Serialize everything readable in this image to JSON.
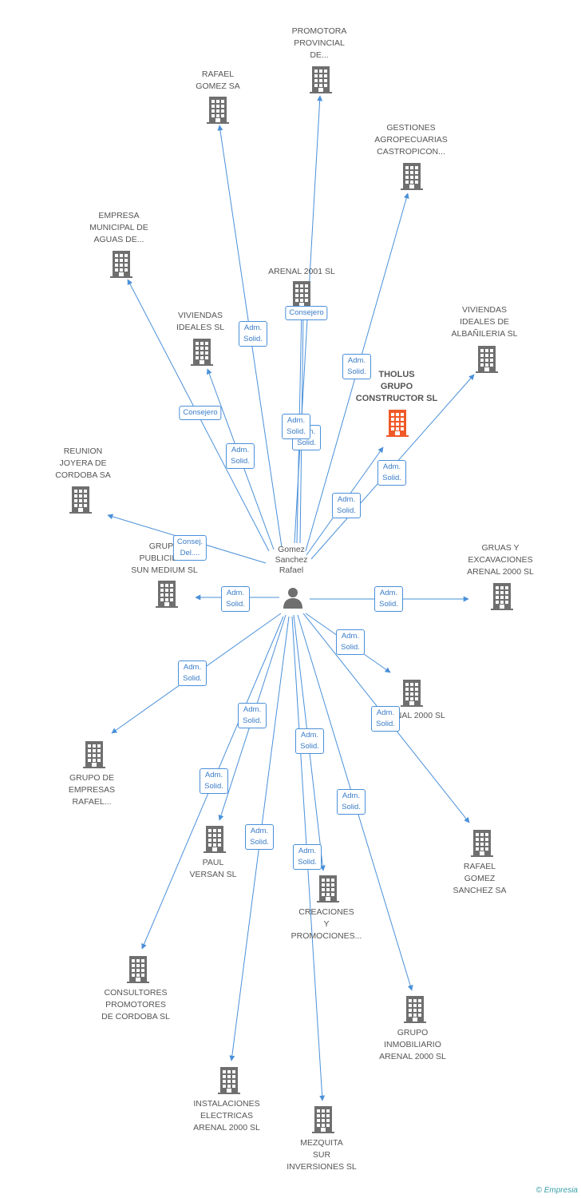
{
  "colors": {
    "edge": "#4a90d9",
    "company": "#6f6f6f",
    "focus": "#f05a28",
    "badge_text": "#3a7cc7"
  },
  "center": {
    "label": "Gomez\nSanchez\nRafael",
    "icon": "person-icon"
  },
  "nodes": [
    {
      "id": "promotora",
      "label": "PROMOTORA\nPROVINCIAL\nDE..."
    },
    {
      "id": "rafael-gomez-sa",
      "label": "RAFAEL\nGOMEZ SA"
    },
    {
      "id": "gestiones",
      "label": "GESTIONES\nAGROPECUARIAS\nCASTROPICON..."
    },
    {
      "id": "empresa-municipal",
      "label": "EMPRESA\nMUNICIPAL DE\nAGUAS DE..."
    },
    {
      "id": "arenal-2001",
      "label": "ARENAL 2001 SL"
    },
    {
      "id": "viviendas-ideales",
      "label": "VIVIENDAS\nIDEALES SL"
    },
    {
      "id": "viviendas-albanileria",
      "label": "VIVIENDAS\nIDEALES DE\nALBAÑILERIA SL"
    },
    {
      "id": "tholus",
      "label": "THOLUS\nGRUPO\nCONSTRUCTOR SL",
      "focus": true
    },
    {
      "id": "reunion-joyera",
      "label": "REUNION\nJOYERA DE\nCORDOBA SA"
    },
    {
      "id": "grupo-publicidad",
      "label": "GRUPO\nPUBLICIDAD\nSUN MEDIUM SL"
    },
    {
      "id": "gruas",
      "label": "GRUAS Y\nEXCAVACIONES\nARENAL 2000 SL"
    },
    {
      "id": "arenal-2000",
      "label": "ARENAL 2000 SL"
    },
    {
      "id": "grupo-empresas",
      "label": "GRUPO DE\nEMPRESAS\nRAFAEL..."
    },
    {
      "id": "rafael-gomez-sanchez",
      "label": "RAFAEL\nGOMEZ\nSANCHEZ SA"
    },
    {
      "id": "paul-versan",
      "label": "PAUL\nVERSAN SL"
    },
    {
      "id": "creaciones",
      "label": "CREACIONES\nY\nPROMOCIONES..."
    },
    {
      "id": "consultores",
      "label": "CONSULTORES\nPROMOTORES\nDE CORDOBA SL"
    },
    {
      "id": "grupo-inmobiliario",
      "label": "GRUPO\nINMOBILIARIO\nARENAL 2000 SL"
    },
    {
      "id": "instalaciones",
      "label": "INSTALACIONES\nELECTRICAS\nARENAL 2000 SL"
    },
    {
      "id": "mezquita",
      "label": "MEZQUITA\nSUR\nINVERSIONES SL"
    }
  ],
  "relations": [
    {
      "target": "promotora",
      "label": "Adm.\nSolid."
    },
    {
      "target": "rafael-gomez-sa",
      "label": "Adm.\nSolid."
    },
    {
      "target": "gestiones",
      "label": "Adm.\nSolid."
    },
    {
      "target": "empresa-municipal",
      "label": "Consejero"
    },
    {
      "target": "arenal-2001",
      "label": "Consejero"
    },
    {
      "target": "viviendas-ideales",
      "label": "Adm.\nSolid."
    },
    {
      "target": "viviendas-albanileria",
      "label": "Adm.\nSolid."
    },
    {
      "target": "tholus",
      "label": "Adm.\nSolid."
    },
    {
      "target": "reunion-joyera",
      "label": "Consej.\nDel...."
    },
    {
      "target": "grupo-publicidad",
      "label": "Adm.\nSolid."
    },
    {
      "target": "gruas",
      "label": "Adm.\nSolid."
    },
    {
      "target": "arenal-2000",
      "label": "Adm.\nSolid."
    },
    {
      "target": "grupo-empresas",
      "label": "Adm.\nSolid."
    },
    {
      "target": "rafael-gomez-sanchez",
      "label": "Adm.\nSolid."
    },
    {
      "target": "paul-versan",
      "label": "Adm.\nSolid."
    },
    {
      "target": "creaciones",
      "label": "Adm.\nSolid."
    },
    {
      "target": "consultores",
      "label": "Adm.\nSolid."
    },
    {
      "target": "grupo-inmobiliario",
      "label": "Adm.\nSolid."
    },
    {
      "target": "instalaciones",
      "label": "Adm.\nSolid."
    },
    {
      "target": "mezquita",
      "label": "Adm.\nSolid."
    },
    {
      "target": "arenal-2001",
      "label": "Adm.\nSolid."
    }
  ],
  "footer": {
    "copyright": "©",
    "brand": "Empresia"
  }
}
